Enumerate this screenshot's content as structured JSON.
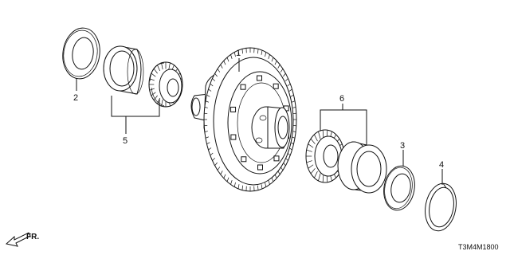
{
  "callouts": {
    "c1": "1",
    "c2": "2",
    "c3": "3",
    "c4": "4",
    "c5": "5",
    "c6": "6"
  },
  "direction_label": "FR.",
  "diagram_code": "T3M4M1800"
}
